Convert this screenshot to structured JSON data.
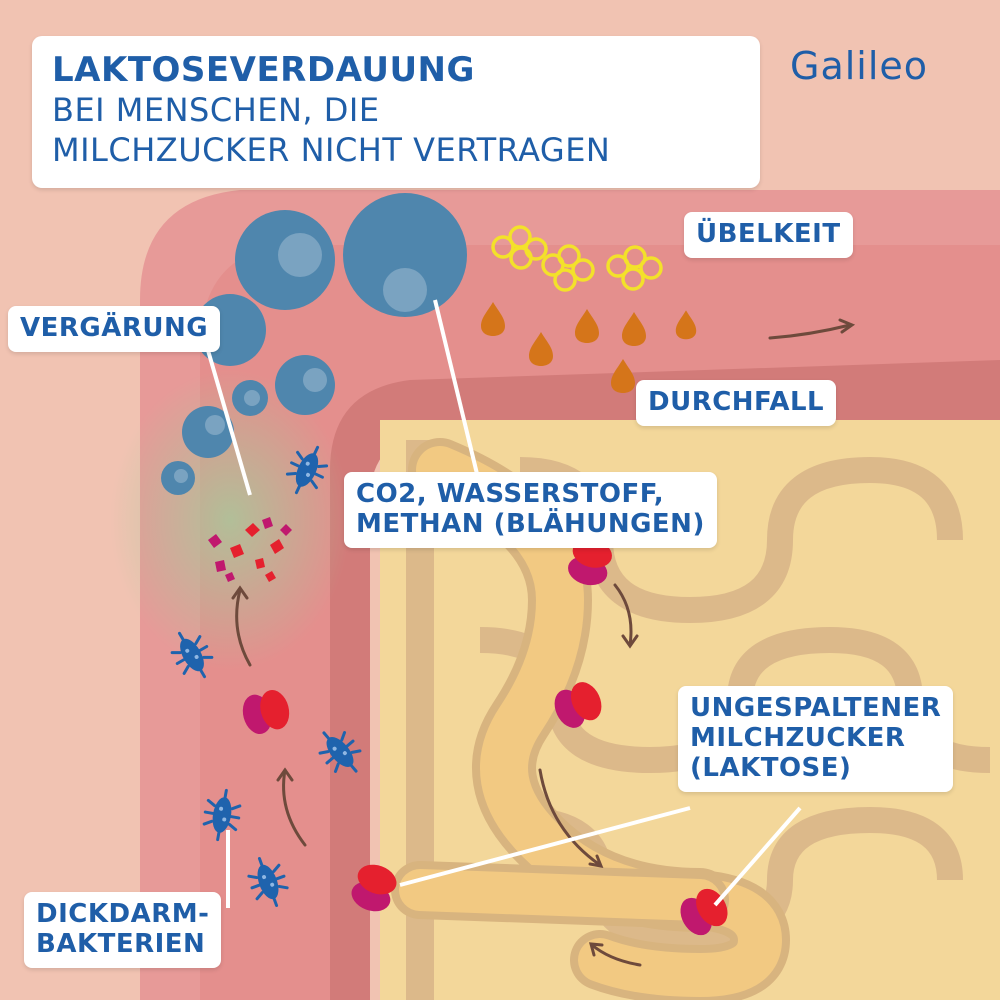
{
  "title": {
    "line1": "LAKTOSEVERDAUUNG",
    "line2": "BEI MENSCHEN, DIE",
    "line3": "MILCHZUCKER NICHT VERTRAGEN"
  },
  "brand": "Galileo",
  "labels": {
    "fermentation": "VERGÄRUNG",
    "nausea": "ÜBELKEIT",
    "diarrhea": "DURCHFALL",
    "gases_line1": "CO2, WASSERSTOFF,",
    "gases_line2": "METHAN (BLÄHUNGEN)",
    "lactose_line1": "UNGESPALTENER",
    "lactose_line2": "MILCHZUCKER",
    "lactose_line3": "(LAKTOSE)",
    "bacteria_line1": "DICKDARM-",
    "bacteria_line2": "BAKTERIEN"
  },
  "colors": {
    "colon": "#e79a98",
    "colon_dark": "#d98886",
    "small_intestine": "#f3d79a",
    "intestine_outline": "#d8b47f",
    "gas_bubble": "#4f86ad",
    "bacteria": "#1f63ad",
    "lactose_red": "#e5202e",
    "lactose_magenta": "#c0186e",
    "diarrhea_drop": "#d5751a",
    "nausea_ring": "#f3e12a",
    "text_blue": "#1f5ea8"
  }
}
